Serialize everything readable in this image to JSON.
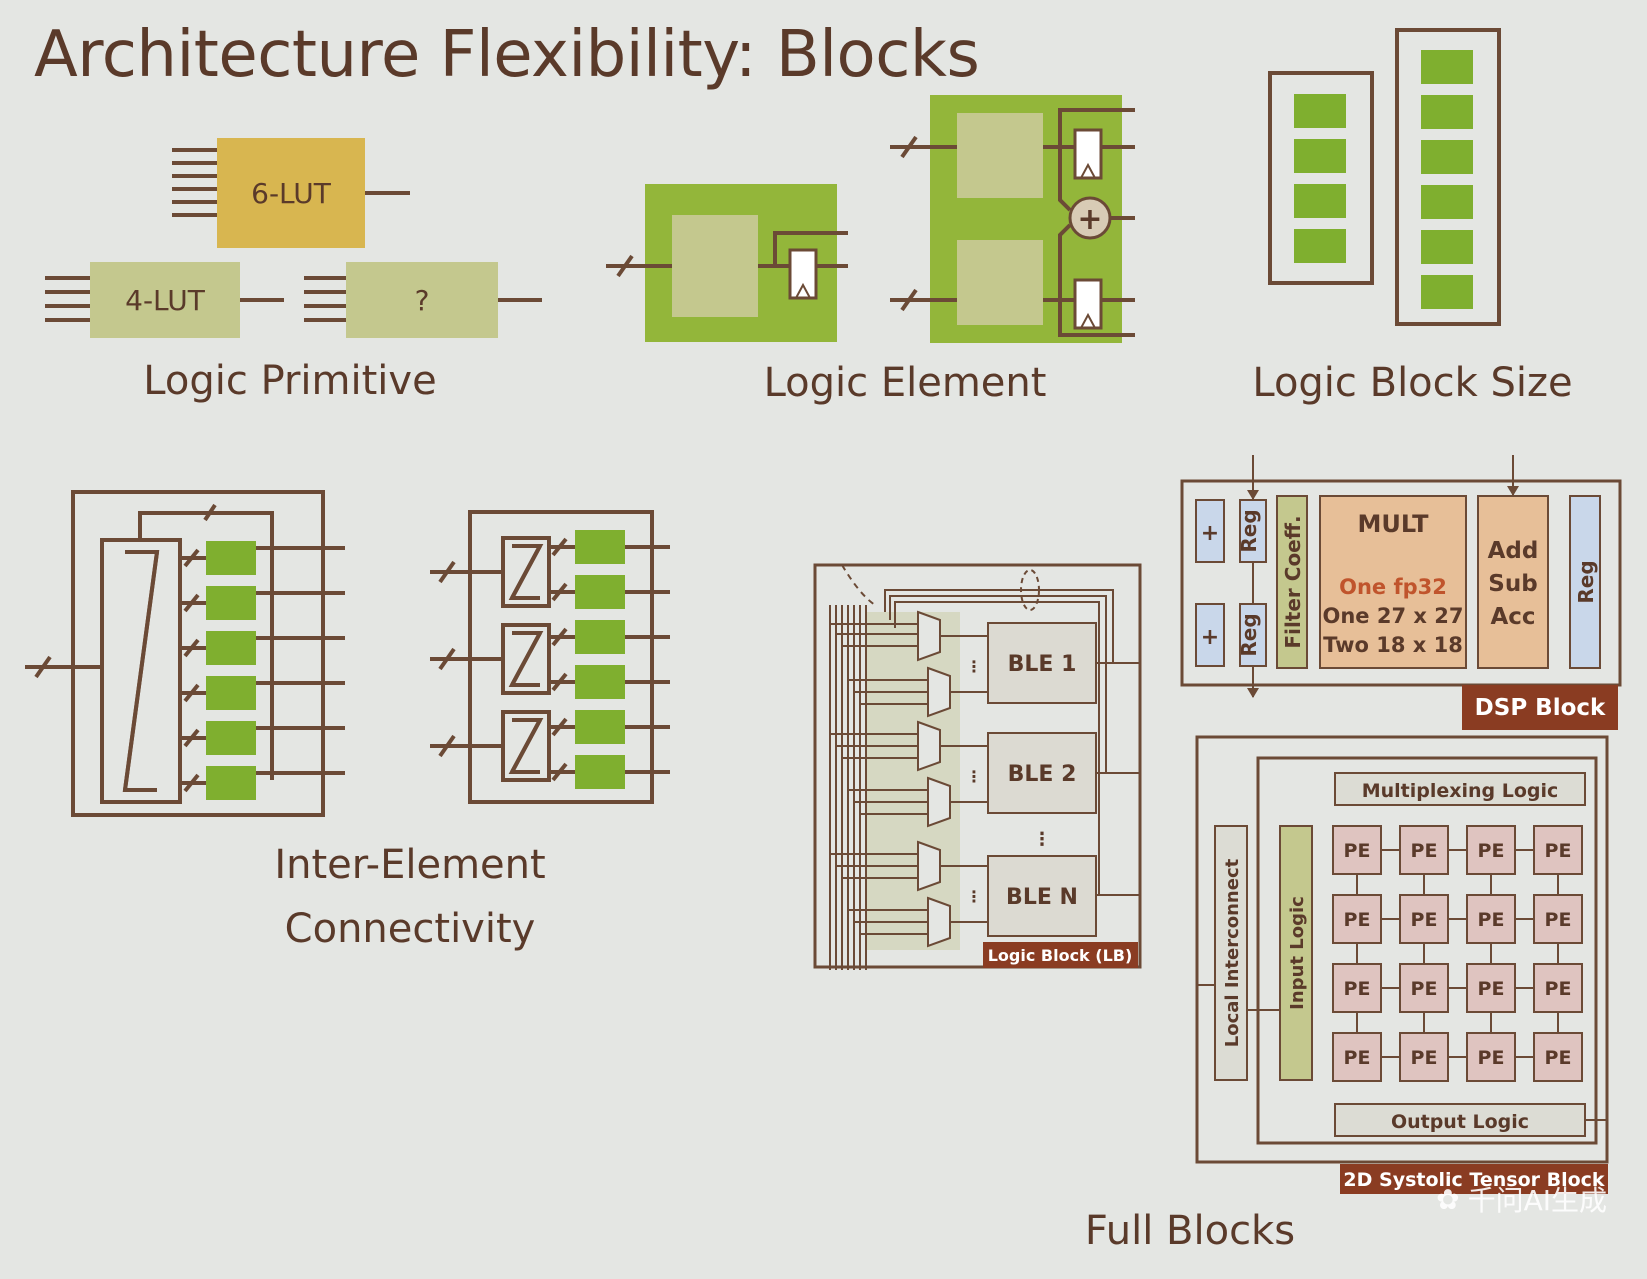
{
  "title": "Architecture Flexibility: Blocks",
  "captions": {
    "logic_primitive": "Logic Primitive",
    "logic_element": "Logic Element",
    "logic_block_size": "Logic Block Size",
    "inter_element_1": "Inter-Element",
    "inter_element_2": "Connectivity",
    "full_blocks": "Full Blocks"
  },
  "primitives": {
    "lut6": "6-LUT",
    "lut4": "4-LUT",
    "unknown": "?"
  },
  "logic_element": {
    "adder_symbol": "+"
  },
  "dsp": {
    "plus_top": "+",
    "plus_bottom": "+",
    "reg_top": "Reg",
    "reg_bottom": "Reg",
    "filter": "Filter Coeff.",
    "mult_title": "MULT",
    "mult_line1": "One fp32",
    "mult_line2": "One 27 x 27",
    "mult_line3": "Two 18 x 18",
    "add_line1": "Add",
    "add_line2": "Sub",
    "add_line3": "Acc",
    "reg_right": "Reg",
    "label": "DSP Block"
  },
  "lb": {
    "ble1": "BLE 1",
    "ble2": "BLE 2",
    "blen": "BLE N",
    "dots": "⋮",
    "label": "Logic Block (LB)"
  },
  "tensor": {
    "mux": "Multiplexing Logic",
    "output": "Output Logic",
    "local": "Local Interconnect",
    "input": "Input Logic",
    "pe": "PE",
    "label": "2D Systolic Tensor Block"
  },
  "watermark": "千问AI生成",
  "colors": {
    "brown": "#6b4a36",
    "lut6_fill": "#d8b650",
    "lut_fill": "#c4c88e",
    "green": "#93b63a",
    "green_box": "#7faf2f",
    "pe_fill": "#dfc4c0",
    "mult_fill": "#e7bf98",
    "reg_blue": "#c9d7ea"
  }
}
